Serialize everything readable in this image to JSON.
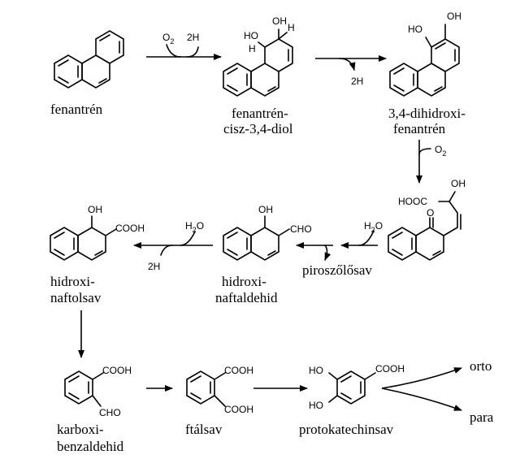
{
  "compounds": {
    "fenantren": "fenantrén",
    "diol_line1": "fenantrén-",
    "diol_line2": "cisz-3,4-diol",
    "dihidroxi_line1": "3,4-dihidroxi-",
    "dihidroxi_line2": "fenantrén",
    "hydroxynaphthaldehyde_line1": "hidroxi-",
    "hydroxynaphthaldehyde_line2": "naftaldehid",
    "hydroxynaphthoic_line1": "hidroxi-",
    "hydroxynaphthoic_line2": "naftolsav",
    "carboxybenz_line1": "karboxi-",
    "carboxybenz_line2": "benzaldehid",
    "phthalic": "ftálsav",
    "protocatechuic": "protokatechinsav",
    "orto": "orto",
    "para": "para",
    "pyruvic": "piroszőlősav"
  },
  "groups": {
    "oh": "OH",
    "ho": "HO",
    "h": "H",
    "cooh": "COOH",
    "hooc": "HOOC",
    "cho": "CHO",
    "o": "O",
    "ho_left": "HO"
  },
  "reagents": {
    "o2_a": "O",
    "o2_a_sub": "2",
    "two_h_a": "2H",
    "two_h_b": "2H",
    "o2_b": "O",
    "o2_b_sub": "2",
    "h2o_a": "H",
    "h2o_a_sub": "2",
    "h2o_a_tail": "O",
    "h2o_b": "H",
    "h2o_b_sub": "2",
    "h2o_b_tail": "O",
    "two_h_c": "2H"
  }
}
